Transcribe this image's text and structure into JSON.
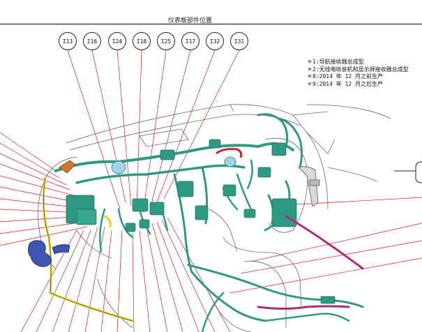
{
  "title": "仪表板部件位置",
  "callouts": [
    {
      "id": "I13"
    },
    {
      "id": "I16"
    },
    {
      "id": "I24"
    },
    {
      "id": "I18"
    },
    {
      "id": "I25"
    },
    {
      "id": "I17"
    },
    {
      "id": "I32"
    },
    {
      "id": "I31"
    }
  ],
  "notes": [
    "＊1:导航接收器总成型",
    "＊2:无线电收音机和显示屏接收器总成型",
    "＊8:2014 年 12 月之前生产",
    "＊9:2014 年 12 月之后生产"
  ],
  "colors": {
    "harness": "#2e9a83",
    "harness_dark": "#1d6b5b",
    "leader": "#e01818",
    "yellow": "#e8d21e",
    "magenta": "#b0287c",
    "blue": "#3f56b0",
    "orange": "#d2782a",
    "outline": "#555555"
  }
}
